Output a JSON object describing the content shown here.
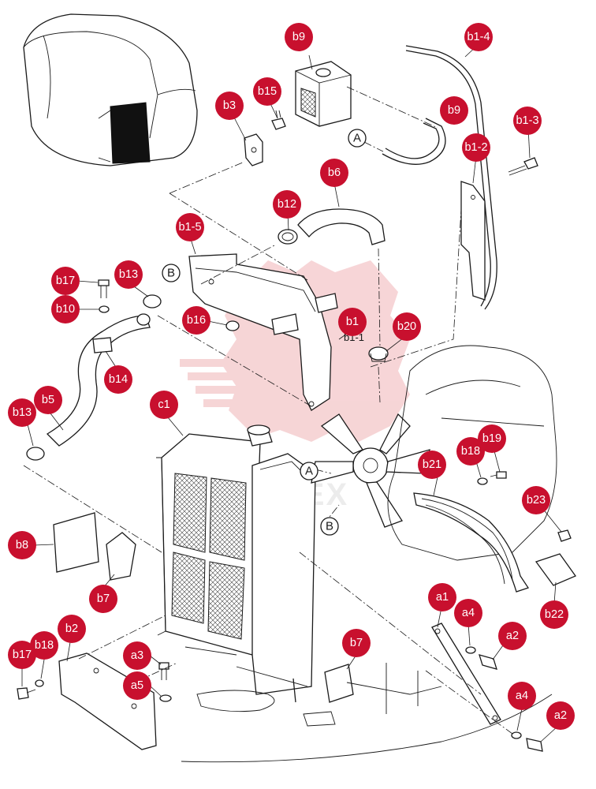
{
  "colors": {
    "badge": "#c8102e",
    "badge_text": "#ffffff",
    "line": "#1a1a1a",
    "watermark": "#f4c7c9"
  },
  "callouts": {
    "b9_tank": "b9",
    "b9_hose": "b9",
    "b15": "b15",
    "b3": "b3",
    "b1_4": "b1-4",
    "b1_3": "b1-3",
    "b1_2": "b1-2",
    "b6": "b6",
    "b12": "b12",
    "b1_5": "b1-5",
    "b17_top": "b17",
    "b13_top": "b13",
    "b10": "b10",
    "b16": "b16",
    "b1": "b1",
    "b20": "b20",
    "b14": "b14",
    "b5": "b5",
    "b13_left": "b13",
    "c1": "c1",
    "b18_right": "b18",
    "b19": "b19",
    "b21": "b21",
    "b23": "b23",
    "b8": "b8",
    "b7_left": "b7",
    "b22": "b22",
    "a1": "a1",
    "a4_top": "a4",
    "a2_top": "a2",
    "b2": "b2",
    "b18_left": "b18",
    "b17_left": "b17",
    "a3": "a3",
    "b7_bottom": "b7",
    "a5": "a5",
    "a4_bottom": "a4",
    "a2_bottom": "a2"
  },
  "refs": {
    "A_hose": "A",
    "B_clamp": "B",
    "A_fan": "A",
    "B_fan": "B"
  },
  "labels": {
    "b1_1": "b1-1",
    "watermark": "IMATEX"
  }
}
